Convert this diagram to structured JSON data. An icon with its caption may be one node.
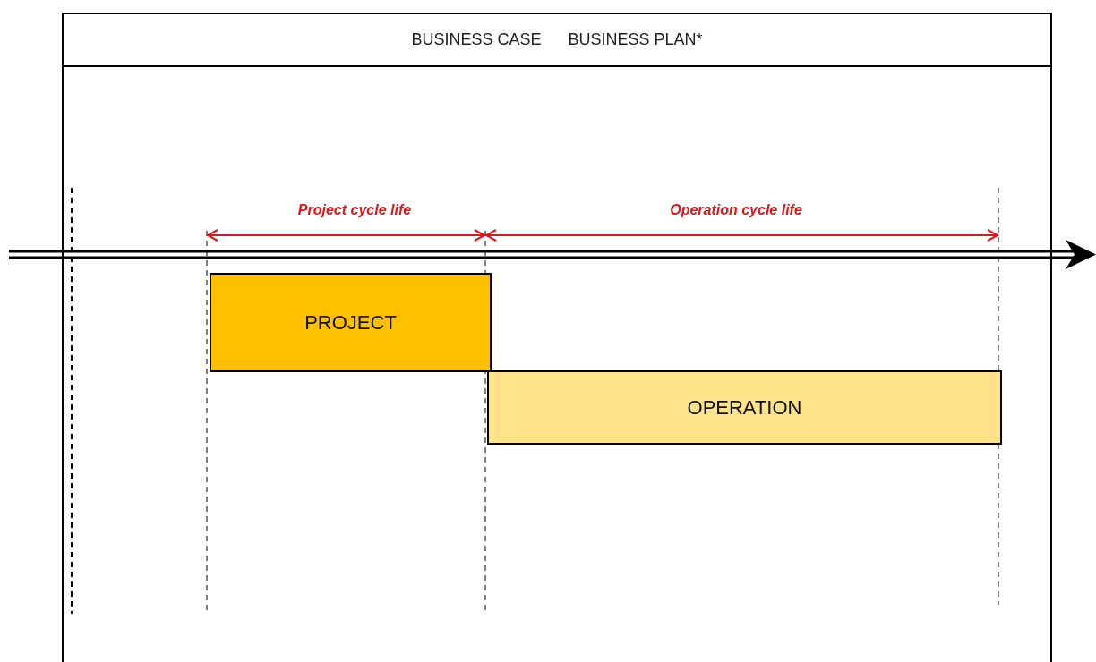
{
  "diagram": {
    "nodes": [
      {
        "text": [
          "BUSINESS CASE",
          "BUSINESS PLAN*"
        ]
      },
      {
        "text": [
          "PROJECT"
        ],
        "in": 0
      },
      {
        "text": [
          "OPERATION"
        ],
        "in": 0
      }
    ],
    "labels": [
      "Project cycle life",
      "Operation cycle life"
    ]
  }
}
